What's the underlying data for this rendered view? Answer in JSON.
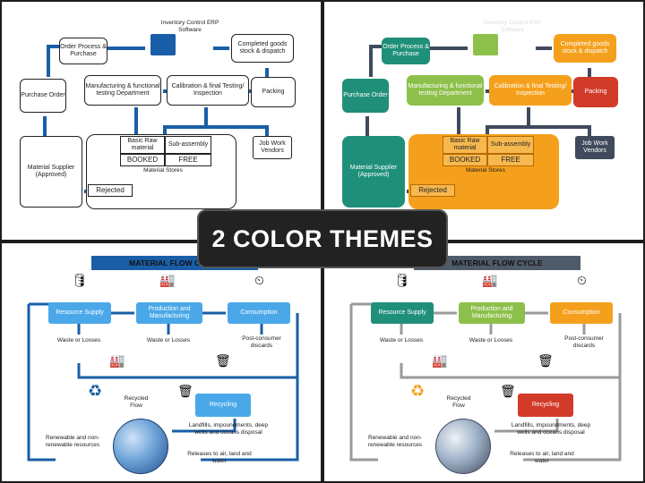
{
  "banner": "2 COLOR THEMES",
  "erp": {
    "software_label": "Inventory Control ERP Software",
    "order_process": "Order Process & Purchase",
    "completed_goods": "Completed goods stock & dispatch",
    "purchase_order": "Purchase Order",
    "manufacturing": "Manufacturing & functional testing Department",
    "calibration": "Calibration & final Testing/ Inspection",
    "packing": "Packing",
    "material_supplier": "Material Supplier (Approved)",
    "basic_raw": "Basic Raw material",
    "sub_assembly": "Sub-assembly",
    "booked": "BOOKED",
    "free": "FREE",
    "material_stores": "Material Stores",
    "rejected": "Rejected",
    "job_work": "Job Work Vendors"
  },
  "flow": {
    "title": "MATERIAL FLOW CYCLE",
    "resource_supply": "Resource Supply",
    "production": "Production and Manufacturing",
    "consumption": "Consumption",
    "waste1": "Waste or Losses",
    "waste2": "Waste or Losses",
    "post_consumer": "Post-consumer discards",
    "recycling": "Recycling",
    "recycled_flow": "Recycled Flow",
    "landfills": "Landfills, impoundments, deep wells and oceans disposal",
    "renewable": "Renewable and non-renewable resources",
    "releases": "Releases to air, land and water"
  },
  "theme_colors": {
    "blue_box": "#4aa8e8",
    "blue_title": "#1a5ea8",
    "green_dark": "#1f8f7a",
    "green_light": "#8dc04a",
    "orange": "#f5a01c",
    "red": "#d23a2a",
    "slate": "#3f4a5c",
    "gray_title": "#4f5b6a"
  }
}
